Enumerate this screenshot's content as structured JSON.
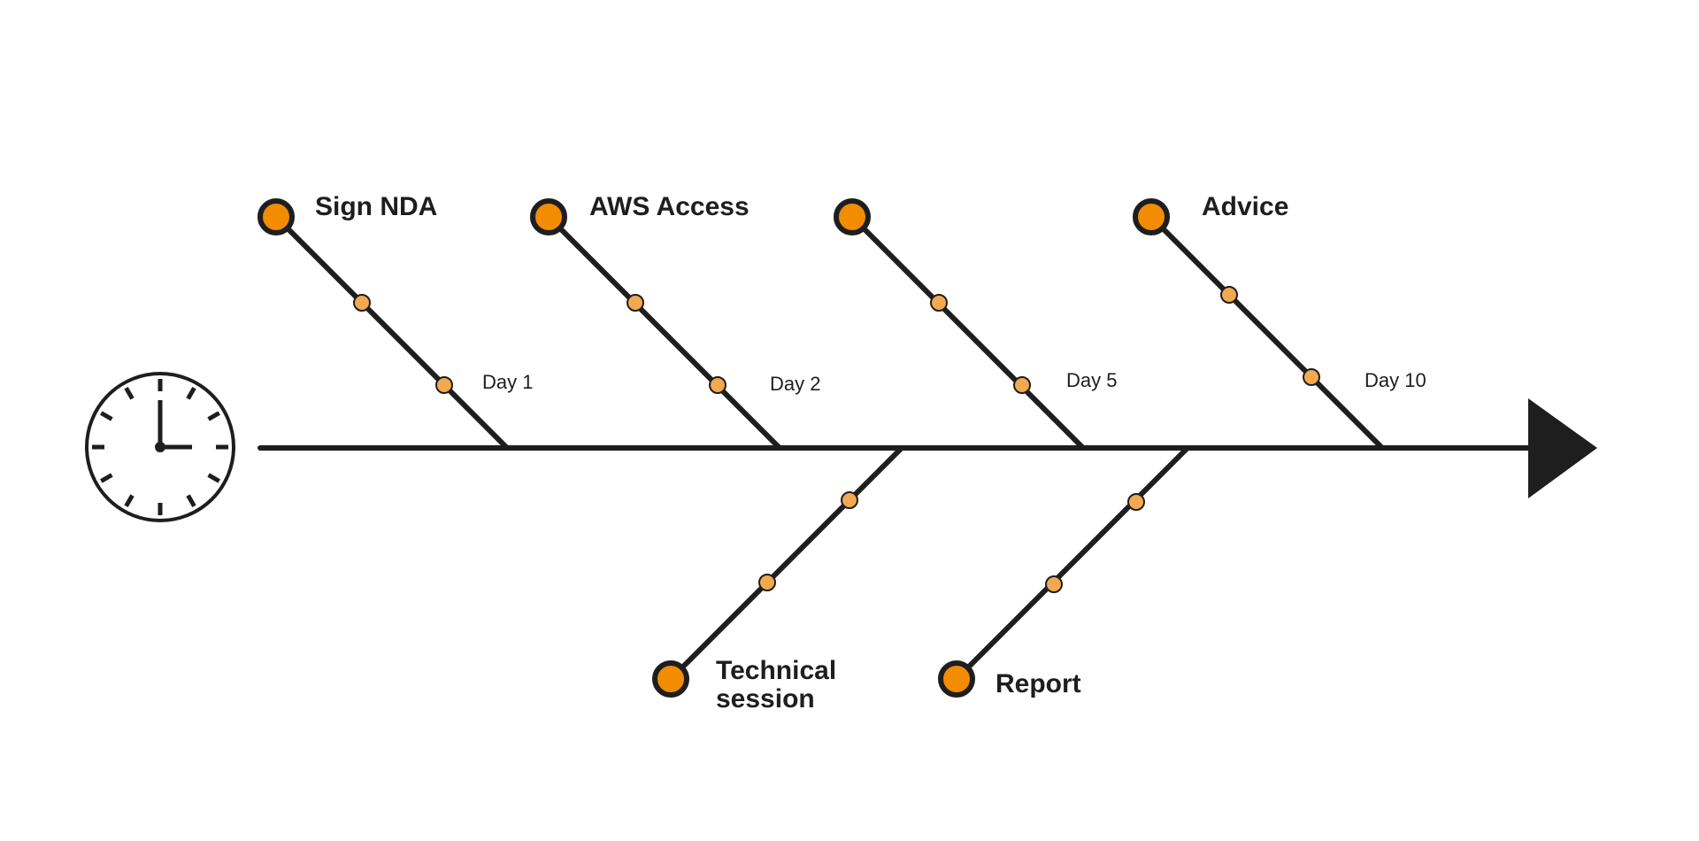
{
  "colors": {
    "line": "#1e1e1e",
    "node_fill": "#f28c00",
    "dot_fill": "#f2a94f",
    "background": "#ffffff"
  },
  "icons": {
    "start": "clock-icon",
    "end": "arrowhead-icon"
  },
  "milestones": {
    "sign_nda": {
      "title": "Sign NDA",
      "day": "Day 1"
    },
    "aws_access": {
      "title": "AWS Access",
      "day": "Day 2"
    },
    "third": {
      "title": "",
      "day": "Day 5"
    },
    "advice": {
      "title": "Advice",
      "day": "Day 10"
    },
    "technical_session": {
      "title_line1": "Technical",
      "title_line2": "session"
    },
    "report": {
      "title": "Report"
    }
  }
}
